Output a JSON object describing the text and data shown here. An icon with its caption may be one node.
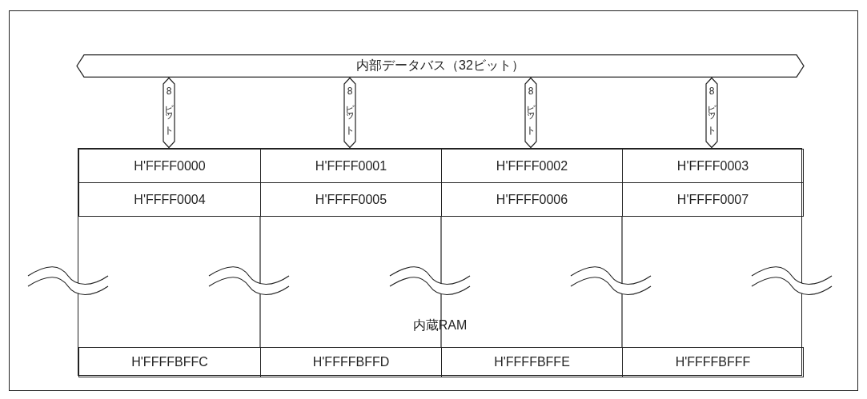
{
  "diagram": {
    "nodes": [
      {
        "text": [
          "内部データバス（32ビット）"
        ]
      },
      {
        "text": [
          "8ビット"
        ]
      },
      {
        "text": [
          "8ビット"
        ]
      },
      {
        "text": [
          "8ビット"
        ]
      },
      {
        "text": [
          "8ビット"
        ]
      },
      {
        "text": [
          "内蔵RAM"
        ]
      },
      {
        "text": [
          "H'FFFF0000"
        ],
        "in": 5
      },
      {
        "text": [
          "H'FFFF0001"
        ],
        "in": 5
      },
      {
        "text": [
          "H'FFFF0002"
        ],
        "in": 5
      },
      {
        "text": [
          "H'FFFF0003"
        ],
        "in": 5
      },
      {
        "text": [
          "H'FFFF0004"
        ],
        "in": 5
      },
      {
        "text": [
          "H'FFFF0005"
        ],
        "in": 5
      },
      {
        "text": [
          "H'FFFF0006"
        ],
        "in": 5
      },
      {
        "text": [
          "H'FFFF0007"
        ],
        "in": 5
      },
      {
        "text": [
          "H'FFFFBFFC"
        ],
        "in": 5
      },
      {
        "text": [
          "H'FFFFBFFD"
        ],
        "in": 5
      },
      {
        "text": [
          "H'FFFFBFFE"
        ],
        "in": 5
      },
      {
        "text": [
          "H'FFFFBFFF"
        ],
        "in": 5
      }
    ]
  }
}
